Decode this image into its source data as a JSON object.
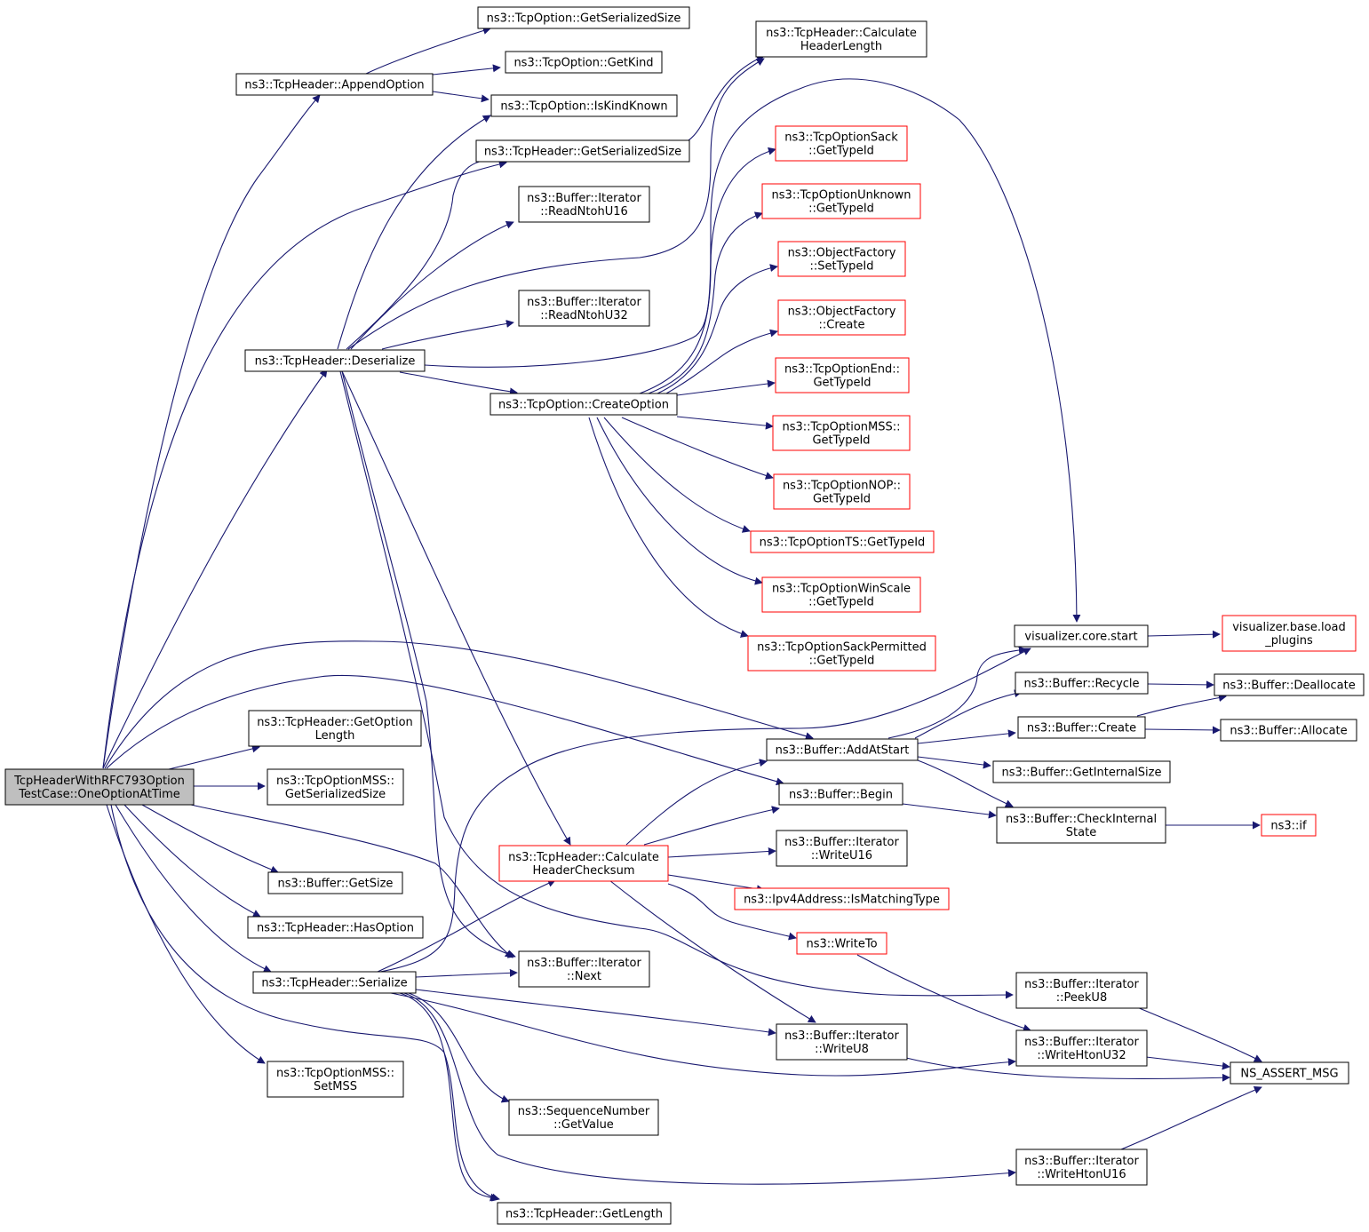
{
  "colors": {
    "edge": "#191970",
    "border_default": "#000000",
    "border_red": "#ff0000",
    "root_fill": "#bfbfbf",
    "fill": "#ffffff"
  },
  "nodes": [
    {
      "id": "root",
      "lines": [
        "TcpHeaderWithRFC793Option",
        "TestCase::OneOptionAtTime"
      ],
      "style": "root"
    },
    {
      "id": "append",
      "lines": [
        "ns3::TcpHeader::AppendOption"
      ],
      "style": "black"
    },
    {
      "id": "opt_serial",
      "lines": [
        "ns3::TcpOption::GetSerializedSize"
      ],
      "style": "black"
    },
    {
      "id": "opt_kind",
      "lines": [
        "ns3::TcpOption::GetKind"
      ],
      "style": "black"
    },
    {
      "id": "opt_known",
      "lines": [
        "ns3::TcpOption::IsKindKnown"
      ],
      "style": "black"
    },
    {
      "id": "calc_len",
      "lines": [
        "ns3::TcpHeader::Calculate",
        "HeaderLength"
      ],
      "style": "black"
    },
    {
      "id": "hdr_serial",
      "lines": [
        "ns3::TcpHeader::GetSerializedSize"
      ],
      "style": "black"
    },
    {
      "id": "read16",
      "lines": [
        "ns3::Buffer::Iterator",
        "::ReadNtohU16"
      ],
      "style": "black"
    },
    {
      "id": "read32",
      "lines": [
        "ns3::Buffer::Iterator",
        "::ReadNtohU32"
      ],
      "style": "black"
    },
    {
      "id": "deser",
      "lines": [
        "ns3::TcpHeader::Deserialize"
      ],
      "style": "black"
    },
    {
      "id": "create_opt",
      "lines": [
        "ns3::TcpOption::CreateOption"
      ],
      "style": "black"
    },
    {
      "id": "sack_tid",
      "lines": [
        "ns3::TcpOptionSack",
        "::GetTypeId"
      ],
      "style": "red"
    },
    {
      "id": "unk_tid",
      "lines": [
        "ns3::TcpOptionUnknown",
        "::GetTypeId"
      ],
      "style": "red"
    },
    {
      "id": "of_set",
      "lines": [
        "ns3::ObjectFactory",
        "::SetTypeId"
      ],
      "style": "red"
    },
    {
      "id": "of_create",
      "lines": [
        "ns3::ObjectFactory",
        "::Create"
      ],
      "style": "red"
    },
    {
      "id": "end_tid",
      "lines": [
        "ns3::TcpOptionEnd::",
        "GetTypeId"
      ],
      "style": "red"
    },
    {
      "id": "mss_tid",
      "lines": [
        "ns3::TcpOptionMSS::",
        "GetTypeId"
      ],
      "style": "red"
    },
    {
      "id": "nop_tid",
      "lines": [
        "ns3::TcpOptionNOP::",
        "GetTypeId"
      ],
      "style": "red"
    },
    {
      "id": "ts_tid",
      "lines": [
        "ns3::TcpOptionTS::GetTypeId"
      ],
      "style": "red"
    },
    {
      "id": "ws_tid",
      "lines": [
        "ns3::TcpOptionWinScale",
        "::GetTypeId"
      ],
      "style": "red"
    },
    {
      "id": "sackp_tid",
      "lines": [
        "ns3::TcpOptionSackPermitted",
        "::GetTypeId"
      ],
      "style": "red"
    },
    {
      "id": "vis_start",
      "lines": [
        "visualizer.core.start"
      ],
      "style": "black"
    },
    {
      "id": "vis_load",
      "lines": [
        "visualizer.base.load",
        "_plugins"
      ],
      "style": "red"
    },
    {
      "id": "recycle",
      "lines": [
        "ns3::Buffer::Recycle"
      ],
      "style": "black"
    },
    {
      "id": "dealloc",
      "lines": [
        "ns3::Buffer::Deallocate"
      ],
      "style": "black"
    },
    {
      "id": "buf_create",
      "lines": [
        "ns3::Buffer::Create"
      ],
      "style": "black"
    },
    {
      "id": "alloc",
      "lines": [
        "ns3::Buffer::Allocate"
      ],
      "style": "black"
    },
    {
      "id": "add_start",
      "lines": [
        "ns3::Buffer::AddAtStart"
      ],
      "style": "black"
    },
    {
      "id": "int_size",
      "lines": [
        "ns3::Buffer::GetInternalSize"
      ],
      "style": "black"
    },
    {
      "id": "get_opt_len",
      "lines": [
        "ns3::TcpHeader::GetOption",
        "Length"
      ],
      "style": "black"
    },
    {
      "id": "mss_serial",
      "lines": [
        "ns3::TcpOptionMSS::",
        "GetSerializedSize"
      ],
      "style": "black"
    },
    {
      "id": "begin",
      "lines": [
        "ns3::Buffer::Begin"
      ],
      "style": "black"
    },
    {
      "id": "check_int",
      "lines": [
        "ns3::Buffer::CheckInternal",
        "State"
      ],
      "style": "black"
    },
    {
      "id": "if",
      "lines": [
        "ns3::if"
      ],
      "style": "red"
    },
    {
      "id": "wu16",
      "lines": [
        "ns3::Buffer::Iterator",
        "::WriteU16"
      ],
      "style": "black"
    },
    {
      "id": "calc_cs",
      "lines": [
        "ns3::TcpHeader::Calculate",
        "HeaderChecksum"
      ],
      "style": "red"
    },
    {
      "id": "get_size",
      "lines": [
        "ns3::Buffer::GetSize"
      ],
      "style": "black"
    },
    {
      "id": "ipv4_match",
      "lines": [
        "ns3::Ipv4Address::IsMatchingType"
      ],
      "style": "red"
    },
    {
      "id": "has_opt",
      "lines": [
        "ns3::TcpHeader::HasOption"
      ],
      "style": "black"
    },
    {
      "id": "writeto",
      "lines": [
        "ns3::WriteTo"
      ],
      "style": "red"
    },
    {
      "id": "next",
      "lines": [
        "ns3::Buffer::Iterator",
        "::Next"
      ],
      "style": "black"
    },
    {
      "id": "serialize",
      "lines": [
        "ns3::TcpHeader::Serialize"
      ],
      "style": "black"
    },
    {
      "id": "peek8",
      "lines": [
        "ns3::Buffer::Iterator",
        "::PeekU8"
      ],
      "style": "black"
    },
    {
      "id": "wu8",
      "lines": [
        "ns3::Buffer::Iterator",
        "::WriteU8"
      ],
      "style": "black"
    },
    {
      "id": "whtonu32",
      "lines": [
        "ns3::Buffer::Iterator",
        "::WriteHtonU32"
      ],
      "style": "black"
    },
    {
      "id": "ns_assert",
      "lines": [
        "NS_ASSERT_MSG"
      ],
      "style": "black"
    },
    {
      "id": "set_mss",
      "lines": [
        "ns3::TcpOptionMSS::",
        "SetMSS"
      ],
      "style": "black"
    },
    {
      "id": "seq_val",
      "lines": [
        "ns3::SequenceNumber",
        "::GetValue"
      ],
      "style": "black"
    },
    {
      "id": "whtonu16",
      "lines": [
        "ns3::Buffer::Iterator",
        "::WriteHtonU16"
      ],
      "style": "black"
    },
    {
      "id": "get_len",
      "lines": [
        "ns3::TcpHeader::GetLength"
      ],
      "style": "black"
    }
  ]
}
